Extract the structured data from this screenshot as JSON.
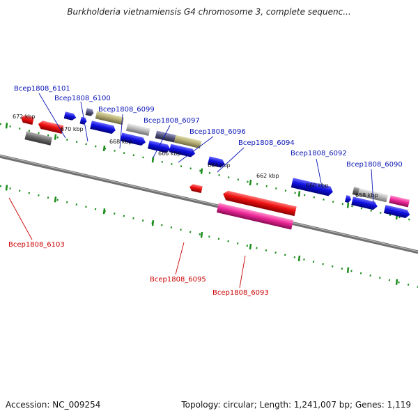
{
  "title": "Burkholderia vietnamiensis G4 chromosome 3, complete sequenc...",
  "footer": {
    "accession": "Accession: NC_009254",
    "summary": "Topology: circular; Length: 1,241,007 bp; Genes: 1,119"
  },
  "ticks": [
    "672 kbp",
    "670 kbp",
    "668 kbp",
    "666 kbp",
    "664 kbp",
    "662 kbp",
    "660 kbp",
    "658 kbp"
  ],
  "gene_labels_forward": [
    "Bcep1808_6101",
    "Bcep1808_6100",
    "Bcep1808_6099",
    "Bcep1808_6097",
    "Bcep1808_6096",
    "Bcep1808_6094",
    "Bcep1808_6092",
    "Bcep1808_6090"
  ],
  "gene_labels_reverse": [
    "Bcep1808_6103",
    "Bcep1808_6095",
    "Bcep1808_6093"
  ],
  "colors": {
    "forward_gene": "#1010e0",
    "reverse_gene": "#ee1010",
    "rna_gene": "#ee2a9a",
    "pseudo_gene": "#b0a870",
    "other_gene": "#b4b4b4",
    "dark_gene": "#505078",
    "backbone": "#808080",
    "tick": "#1a8c1a",
    "forward_label": "#0a14b4",
    "reverse_label": "#cc0000"
  }
}
